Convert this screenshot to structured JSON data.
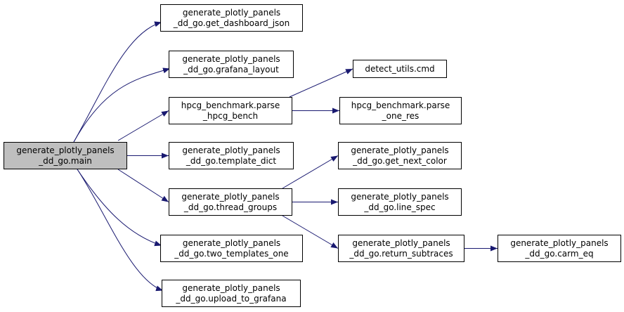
{
  "graph": {
    "edge_color": "#191970",
    "nodes": [
      {
        "id": "main",
        "lines": [
          "generate_plotly_panels",
          "_dd_go.main"
        ],
        "highlighted": true
      },
      {
        "id": "get_dashboard_json",
        "lines": [
          "generate_plotly_panels",
          "_dd_go.get_dashboard_json"
        ]
      },
      {
        "id": "grafana_layout",
        "lines": [
          "generate_plotly_panels",
          "_dd_go.grafana_layout"
        ]
      },
      {
        "id": "parse_hpcg_bench",
        "lines": [
          "hpcg_benchmark.parse",
          "_hpcg_bench"
        ]
      },
      {
        "id": "template_dict",
        "lines": [
          "generate_plotly_panels",
          "_dd_go.template_dict"
        ]
      },
      {
        "id": "thread_groups",
        "lines": [
          "generate_plotly_panels",
          "_dd_go.thread_groups"
        ]
      },
      {
        "id": "two_templates_one",
        "lines": [
          "generate_plotly_panels",
          "_dd_go.two_templates_one"
        ]
      },
      {
        "id": "upload_to_grafana",
        "lines": [
          "generate_plotly_panels",
          "_dd_go.upload_to_grafana"
        ]
      },
      {
        "id": "detect_utils_cmd",
        "lines": [
          "detect_utils.cmd"
        ]
      },
      {
        "id": "parse_one_res",
        "lines": [
          "hpcg_benchmark.parse",
          "_one_res"
        ]
      },
      {
        "id": "get_next_color",
        "lines": [
          "generate_plotly_panels",
          "_dd_go.get_next_color"
        ]
      },
      {
        "id": "line_spec",
        "lines": [
          "generate_plotly_panels",
          "_dd_go.line_spec"
        ]
      },
      {
        "id": "return_subtraces",
        "lines": [
          "generate_plotly_panels",
          "_dd_go.return_subtraces"
        ]
      },
      {
        "id": "carm_eq",
        "lines": [
          "generate_plotly_panels",
          "_dd_go.carm_eq"
        ]
      }
    ],
    "edges": [
      [
        "main",
        "get_dashboard_json"
      ],
      [
        "main",
        "grafana_layout"
      ],
      [
        "main",
        "parse_hpcg_bench"
      ],
      [
        "main",
        "template_dict"
      ],
      [
        "main",
        "thread_groups"
      ],
      [
        "main",
        "two_templates_one"
      ],
      [
        "main",
        "upload_to_grafana"
      ],
      [
        "parse_hpcg_bench",
        "detect_utils_cmd"
      ],
      [
        "parse_hpcg_bench",
        "parse_one_res"
      ],
      [
        "thread_groups",
        "get_next_color"
      ],
      [
        "thread_groups",
        "line_spec"
      ],
      [
        "thread_groups",
        "return_subtraces"
      ],
      [
        "return_subtraces",
        "carm_eq"
      ]
    ]
  }
}
